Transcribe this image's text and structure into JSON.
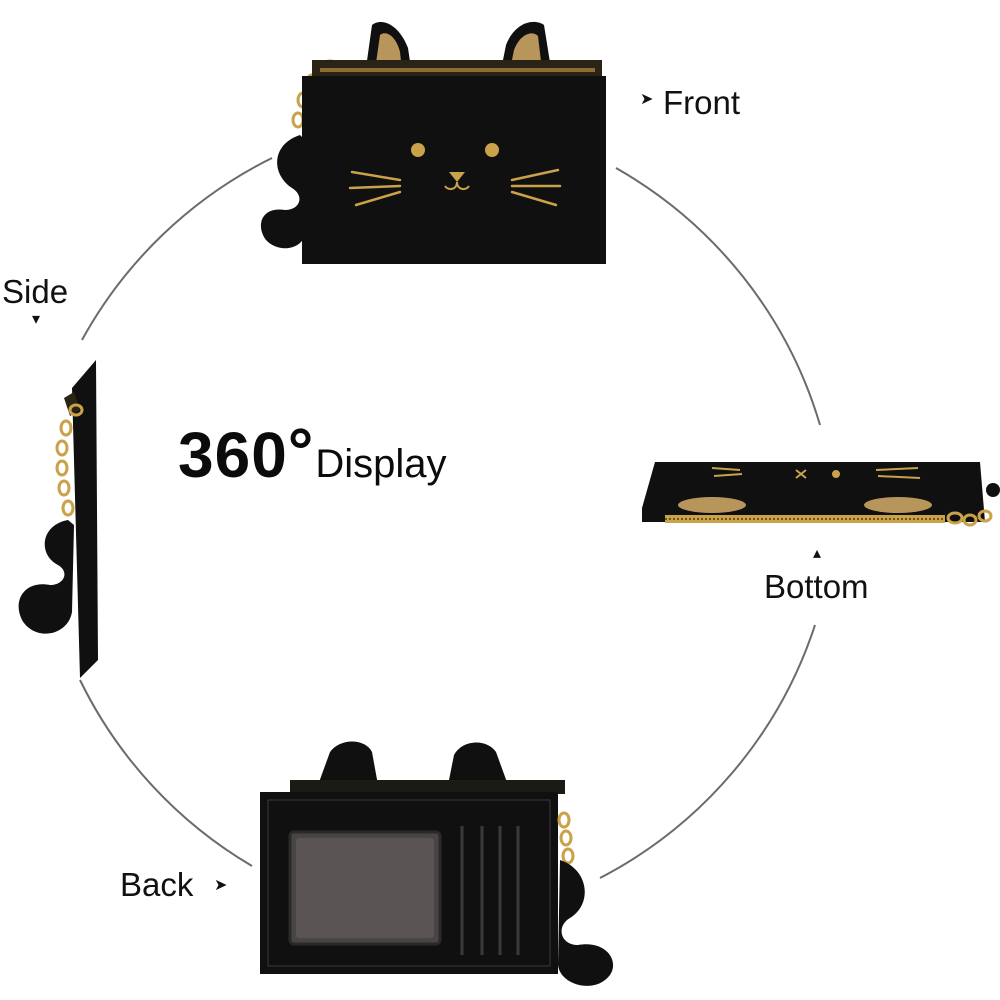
{
  "headline": {
    "number": "360",
    "degree": "°",
    "word": "Display"
  },
  "labels": {
    "front": "Front",
    "side": "Side",
    "bottom": "Bottom",
    "back": "Back"
  },
  "colors": {
    "leather": "#101010",
    "gold": "#c9a24a",
    "line": "#6b6b6b",
    "window": "#4a4545"
  }
}
